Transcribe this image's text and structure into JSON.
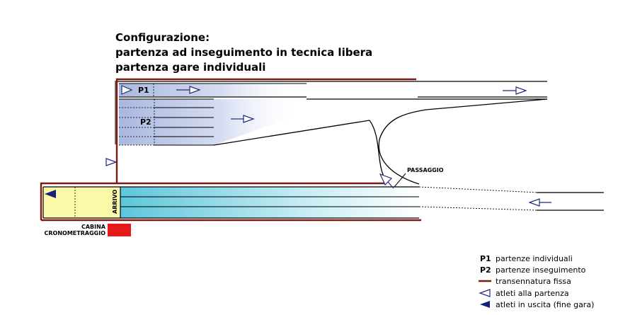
{
  "title": {
    "line1": "Configurazione:",
    "line2": "partenza ad inseguimento in tecnica libera",
    "line3": "partenza gare individuali"
  },
  "labels": {
    "p1": "P1",
    "p2": "P2",
    "arrivo": "ARRIVO",
    "passaggio": "PASSAGGIO",
    "cabina_line1": "CABINA",
    "cabina_line2": "CRONOMETRAGGIO"
  },
  "legend": {
    "items": [
      {
        "key": "P1",
        "text": "partenze individuali"
      },
      {
        "key": "P2",
        "text": "partenze inseguimento"
      },
      {
        "key": "",
        "text": "transennatura fissa"
      },
      {
        "key": "",
        "text": "atleti alla partenza"
      },
      {
        "key": "",
        "text": "atleti in uscita (fine gara)"
      }
    ]
  },
  "colors": {
    "fence": "#7a1a12",
    "start_zone": "#aebde0",
    "finish_zone": "#6cc9dc",
    "finish_box": "#fbf8a8",
    "cabina": "#e51a1a",
    "exit_arrow": "#14237a",
    "arrow_outline": "#1f2c7a"
  },
  "icons": {
    "start_arrow": "hollow-arrow-right-icon",
    "exit_arrow": "filled-arrow-left-icon"
  }
}
